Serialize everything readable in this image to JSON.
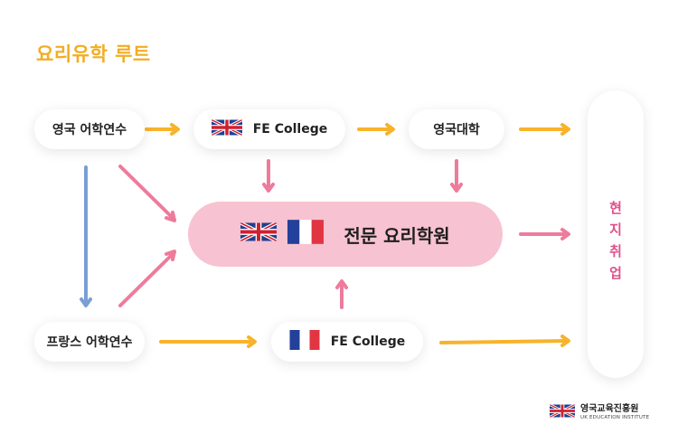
{
  "title": "요리유학 루트",
  "colors": {
    "accent_yellow": "#f2ad22",
    "arrow_yellow": "#f7b32b",
    "arrow_pink": "#ee7b9b",
    "arrow_blue": "#7b9fd4",
    "center_fill": "#f7c2d1",
    "job_text": "#e0508a"
  },
  "nodes": {
    "uk_language": "영국 어학연수",
    "uk_fe_college": "FE College",
    "uk_university": "영국대학",
    "france_language": "프랑스 어학연수",
    "france_fe_college": "FE College"
  },
  "center": {
    "label": "전문 요리학원"
  },
  "destination": {
    "label": "현\n지\n취\n업"
  },
  "logo": {
    "name_kr": "영국교육진흥원",
    "name_en": "UK EDUCATION INSTITUTE"
  },
  "icons": [
    "uk-flag-icon",
    "france-flag-icon"
  ]
}
